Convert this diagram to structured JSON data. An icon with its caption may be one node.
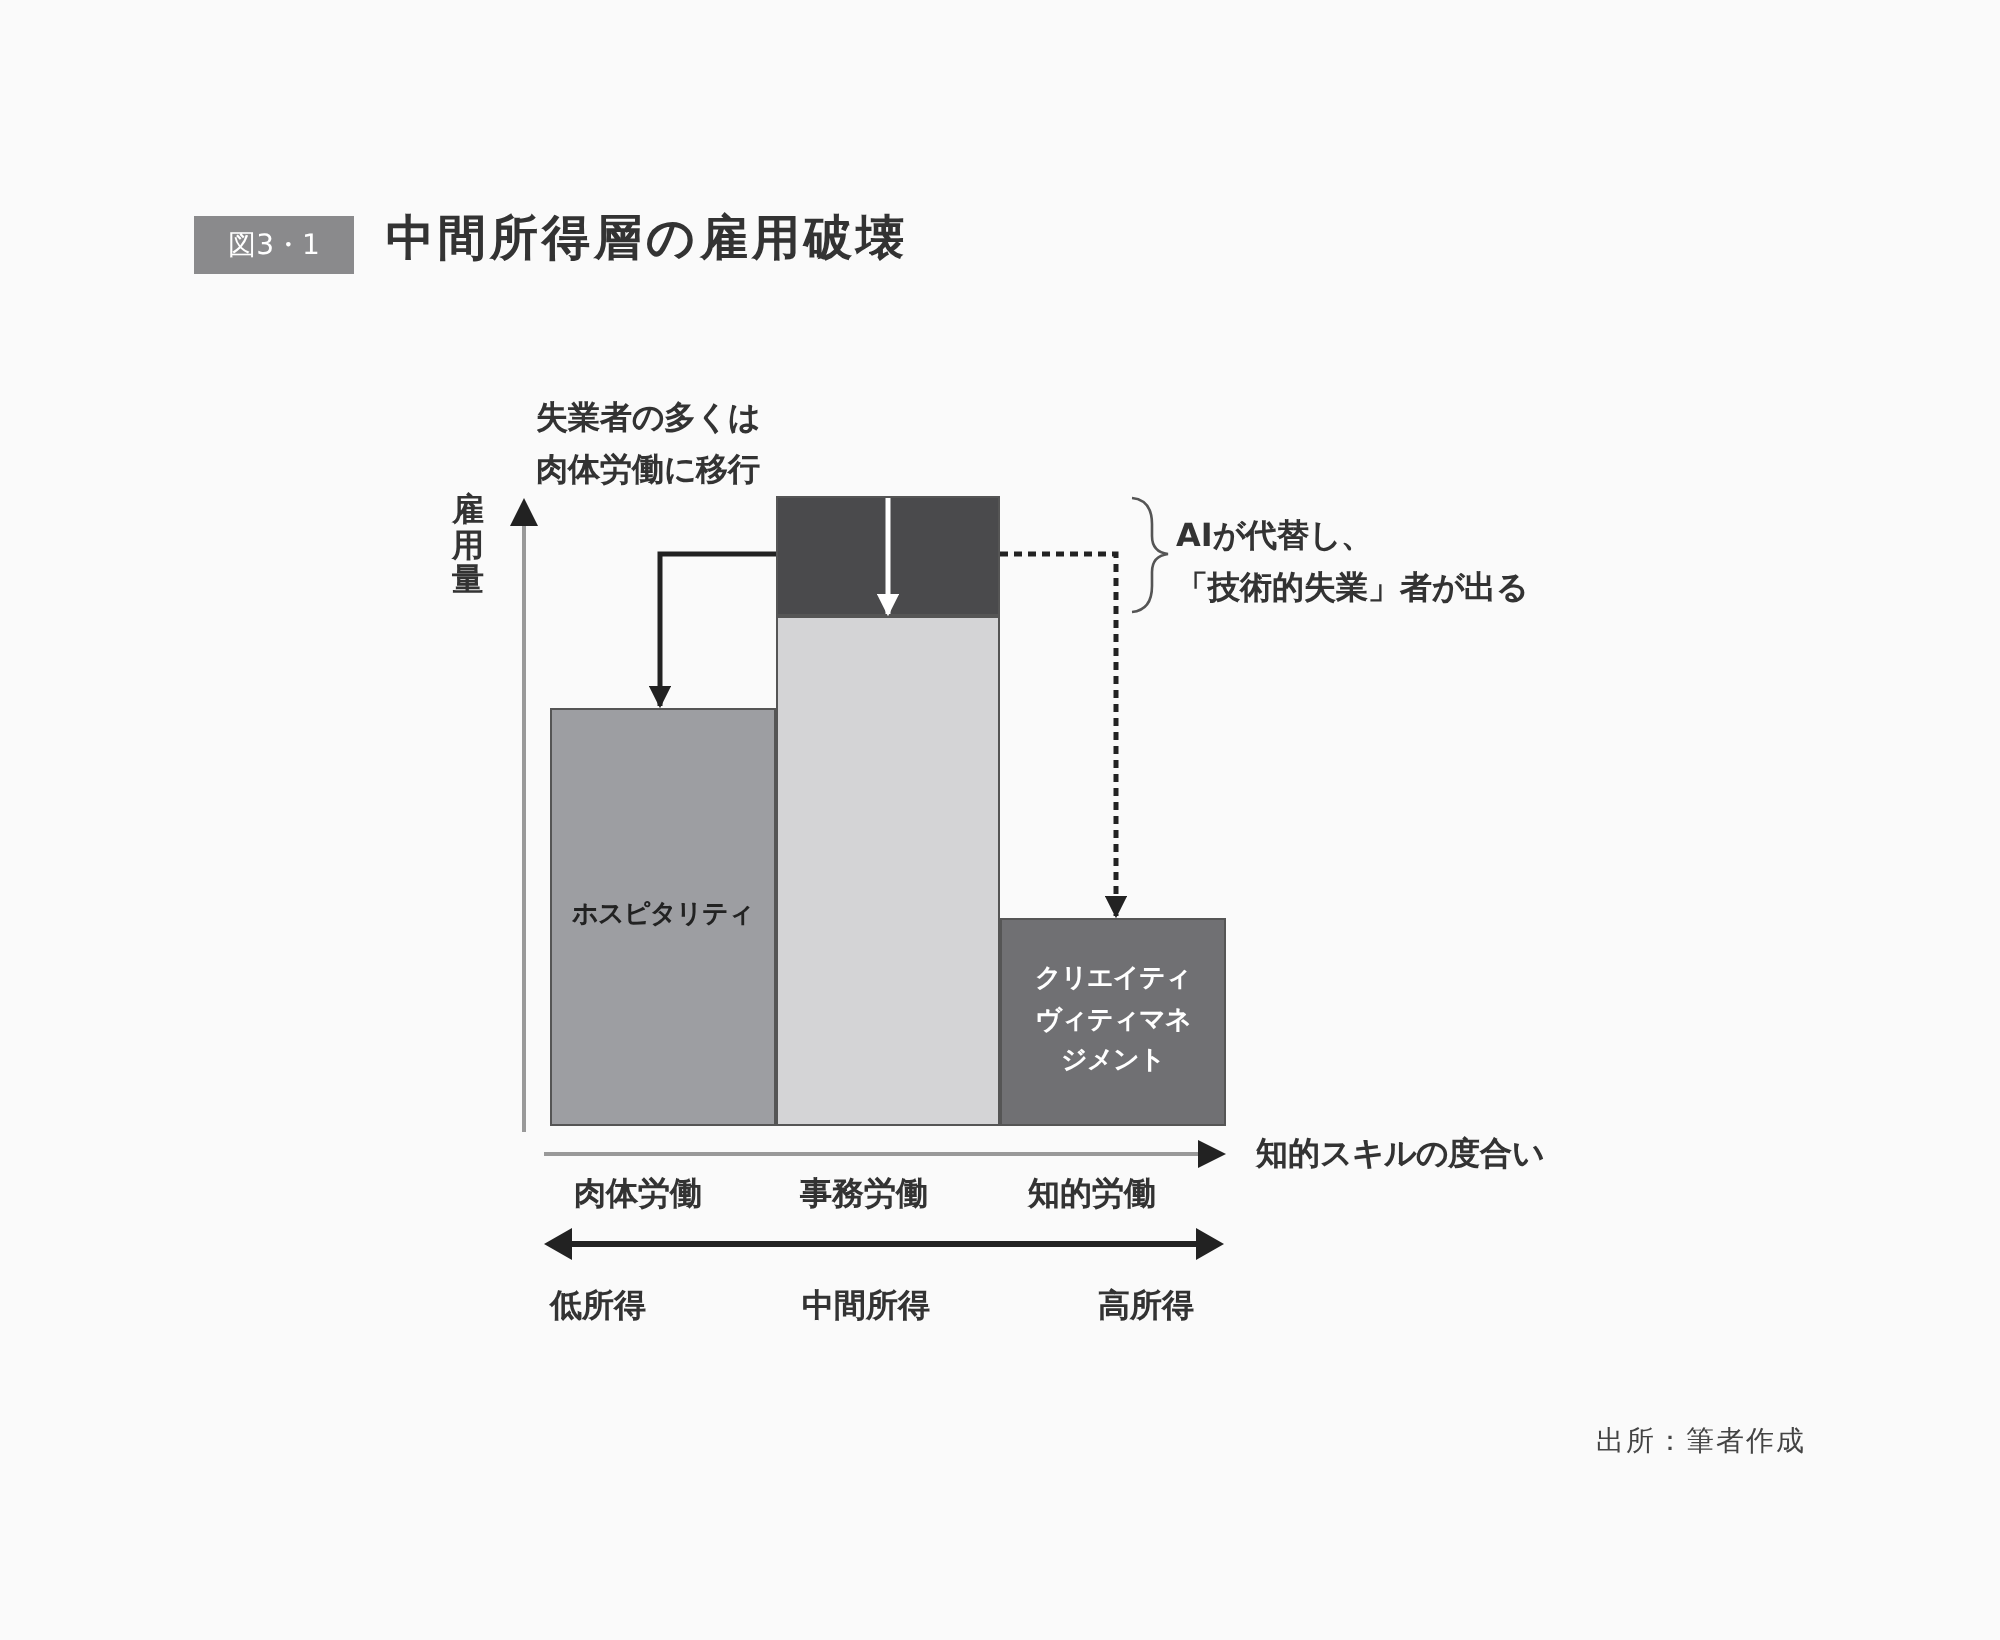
{
  "diagram": {
    "title": "中間所得層の雇用破壊",
    "nodes": [
      {
        "text": [
          "ホスピタリティ"
        ]
      },
      {
        "text": [],
        "shape": "bar"
      },
      {
        "text": [],
        "shape": "bar"
      },
      {
        "text": [
          "クリエイティヴィティマネジメント"
        ]
      }
    ],
    "edges": [
      {
        "from": 1,
        "to": 0,
        "arrow": "to"
      },
      {
        "from": 1,
        "to": 2,
        "arrow": "to",
        "color": "#ffffff"
      },
      {
        "from": 1,
        "to": 3,
        "arrow": "to",
        "style": "dashed"
      }
    ],
    "labels": [
      "図3・1",
      "失業者の多くは肉体労働に移行",
      "雇用量",
      "AIが代替し、「技術的失業」者が出る",
      "知的スキルの度合い",
      "肉体労働",
      "事務労働",
      "知的労働",
      "低所得",
      "中間所得",
      "高所得",
      "出所：筆者作成"
    ]
  }
}
